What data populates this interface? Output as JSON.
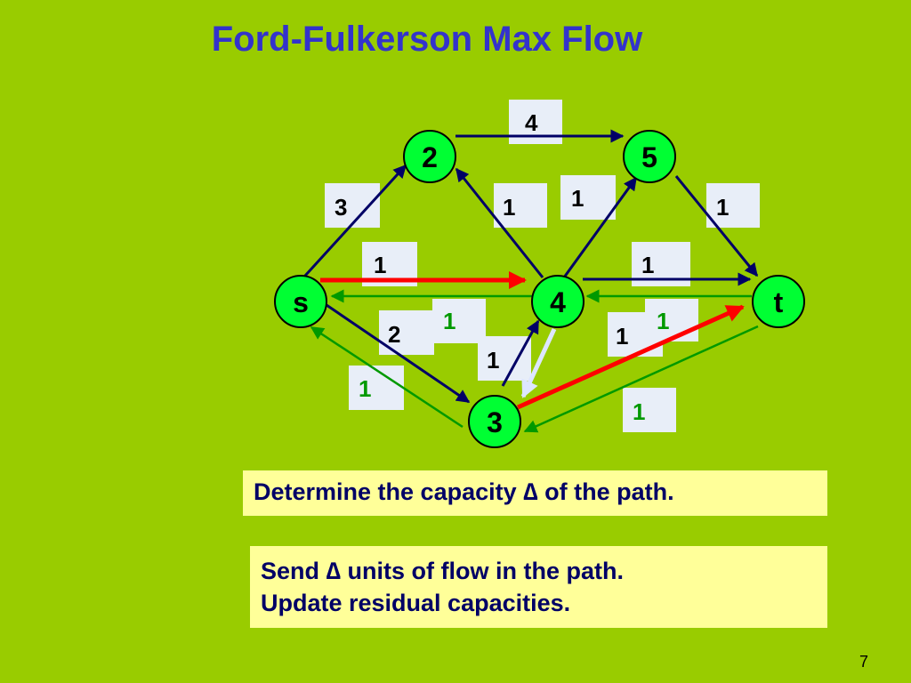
{
  "slide": {
    "title": "Ford-Fulkerson Max Flow",
    "page_number": "7"
  },
  "nodes": {
    "s": {
      "label": "s"
    },
    "n2": {
      "label": "2"
    },
    "n3": {
      "label": "3"
    },
    "n4": {
      "label": "4"
    },
    "n5": {
      "label": "5"
    },
    "t": {
      "label": "t"
    }
  },
  "capacity_labels": {
    "c_2_5": "4",
    "c_s_2": "3",
    "c_4_2": "1",
    "c_4_5": "1",
    "c_5_t": "1",
    "c_s_4": "1",
    "c_4_t": "1",
    "c_4_s_res": "1",
    "c_s_3": "2",
    "c_t_4_res": "1",
    "c_3_t": "1",
    "c_3_4": "1",
    "c_3_s_res": "1",
    "c_t_3_res": "1"
  },
  "colors": {
    "background": "#99cc00",
    "node_fill": "#00ff33",
    "edge": "#000066",
    "augmenting_path": "#ff0000",
    "residual_edge": "#009900",
    "reverse_hint": "#dde6ff",
    "label_box": "#e8eef8"
  },
  "notes": {
    "step1": "Determine the capacity ∆ of the path.",
    "step2_line1": "Send ∆ units of flow in the path.",
    "step2_line2": "Update residual capacities."
  }
}
